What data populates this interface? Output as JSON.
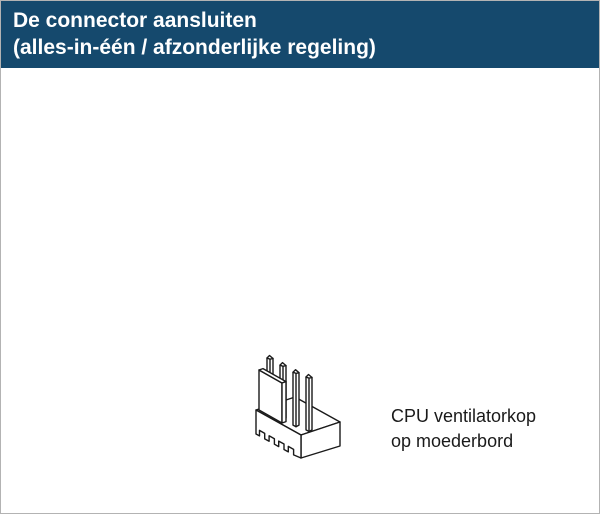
{
  "header": {
    "title_line1": "De connector aansluiten",
    "title_line2": "(alles-in-één / afzonderlijke regeling)"
  },
  "figure": {
    "illustration": "cpu-fan-header-isometric-line-drawing",
    "caption_line1": "CPU ventilatorkop",
    "caption_line2": "op moederbord"
  },
  "colors": {
    "header_bg": "#15496d",
    "header_text": "#ffffff",
    "body_bg": "#ffffff",
    "body_text": "#1a1a1a",
    "line": "#1a1a1a",
    "page_border": "#b3b3b3"
  }
}
